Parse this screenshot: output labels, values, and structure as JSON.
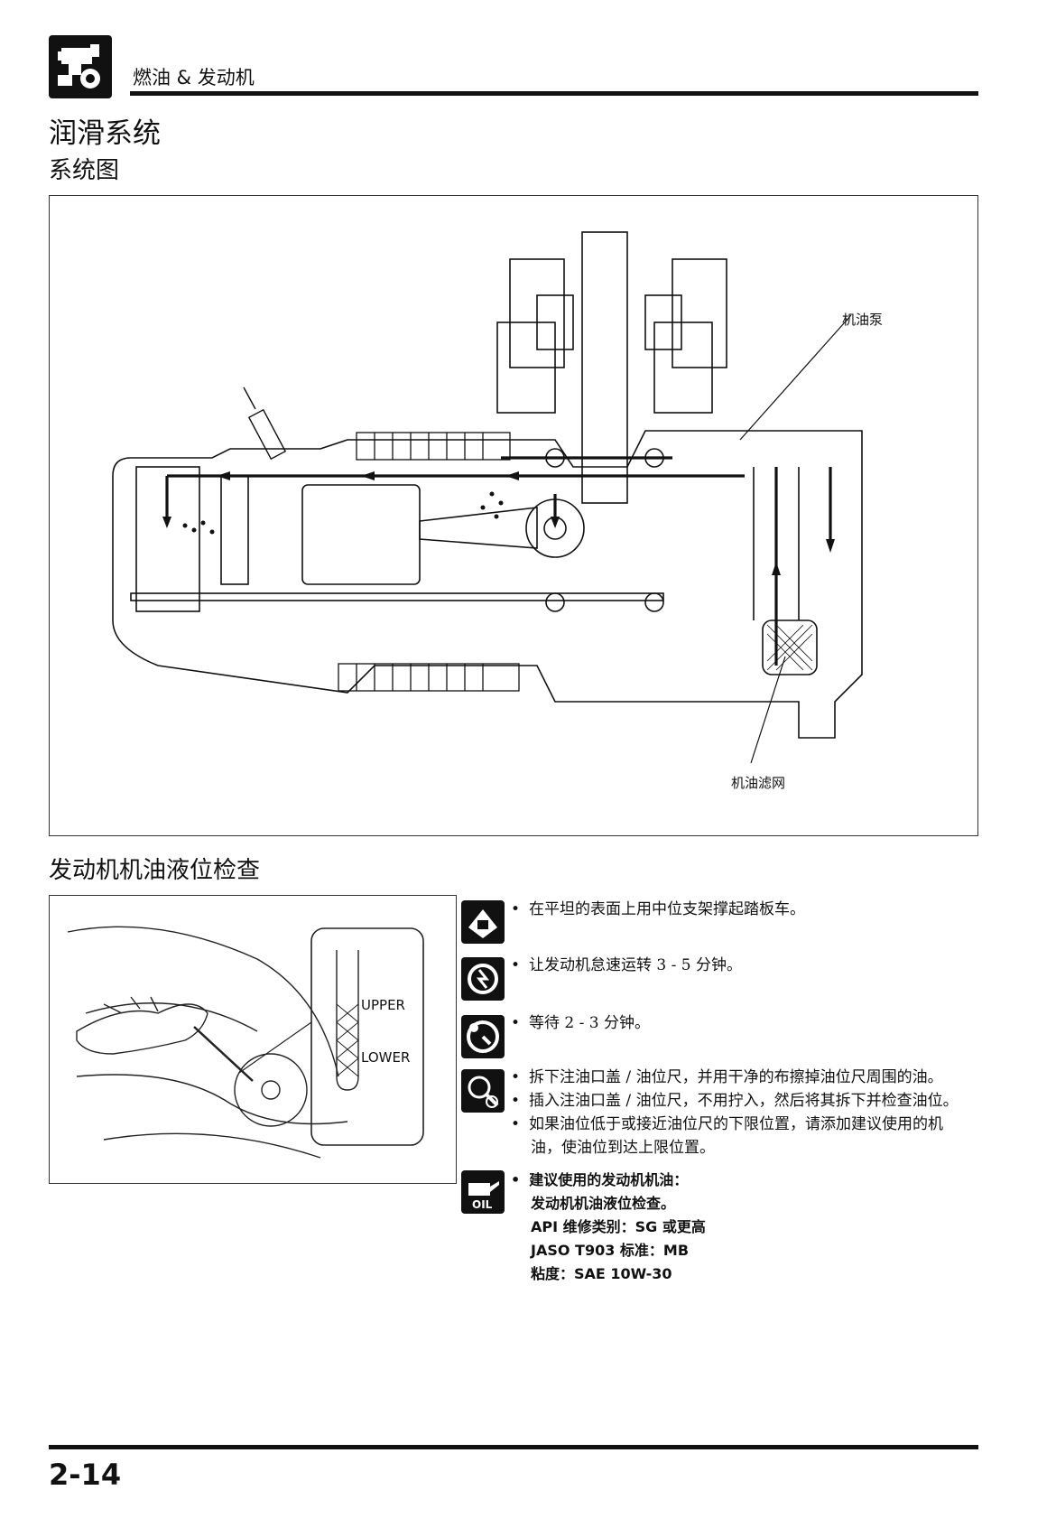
{
  "header": {
    "section_title": "燃油 & 发动机",
    "section_icon": "engine-icon"
  },
  "page_title": "润滑系统",
  "subtitle_system_diagram": "系统图",
  "diagram_labels": {
    "oil_pump": "机油泵",
    "oil_strainer": "机油滤网"
  },
  "section_oil_check_title": "发动机机油液位检查",
  "dipstick_labels": {
    "upper": "UPPER",
    "lower": "LOWER"
  },
  "steps": [
    {
      "icon": "center-stand-icon",
      "lines": [
        "在平坦的表面上用中位支架撑起踏板车。"
      ]
    },
    {
      "icon": "engine-idle-icon",
      "lines": [
        "让发动机怠速运转 3 - 5 分钟。"
      ]
    },
    {
      "icon": "engine-off-wait-icon",
      "lines": [
        "等待 2 - 3 分钟。"
      ]
    },
    {
      "icon": "inspect-icon",
      "lines": [
        "拆下注油口盖 / 油位尺，并用干净的布擦掉油位尺周围的油。",
        "插入注油口盖 / 油位尺，不用拧入，然后将其拆下并检查油位。",
        "如果油位低于或接近油位尺的下限位置，请添加建议使用的机",
        "油，使油位到达上限位置。"
      ]
    },
    {
      "icon": "oil-can-icon",
      "lines": [
        "建议使用的发动机机油：",
        "发动机机油液位检查。",
        "API 维修类别：SG 或更高",
        "JASO T903 标准：MB",
        "粘度：SAE 10W-30"
      ]
    }
  ],
  "bullet": "•",
  "page_number": "2-14"
}
